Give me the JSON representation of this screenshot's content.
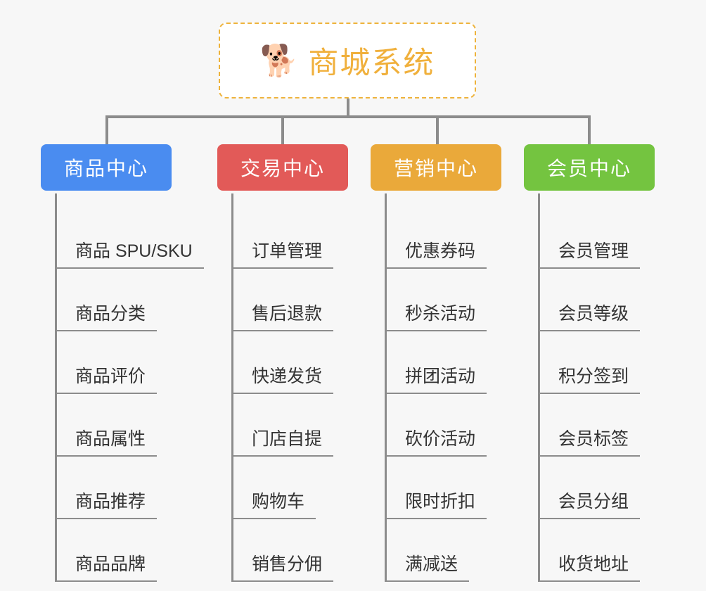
{
  "page": {
    "background_color": "#f7f7f7",
    "line_color": "#8c8c8c",
    "leaf_text_color": "#333333"
  },
  "root": {
    "icon": "shiba-dog-face-emoji",
    "icon_glyph": "🐕",
    "title": "商城系统",
    "text_color": "#f0b03c",
    "border_color": "#eeb33c",
    "background_color": "#ffffff"
  },
  "columns": [
    {
      "id": "product-center",
      "title": "商品中心",
      "color": "#4a8cf0",
      "items": [
        "商品 SPU/SKU",
        "商品分类",
        "商品评价",
        "商品属性",
        "商品推荐",
        "商品品牌"
      ]
    },
    {
      "id": "trade-center",
      "title": "交易中心",
      "color": "#e25a58",
      "items": [
        "订单管理",
        "售后退款",
        "快递发货",
        "门店自提",
        "购物车",
        "销售分佣"
      ]
    },
    {
      "id": "marketing-center",
      "title": "营销中心",
      "color": "#eaa93a",
      "items": [
        "优惠券码",
        "秒杀活动",
        "拼团活动",
        "砍价活动",
        "限时折扣",
        "满减送"
      ]
    },
    {
      "id": "member-center",
      "title": "会员中心",
      "color": "#74c440",
      "items": [
        "会员管理",
        "会员等级",
        "积分签到",
        "会员标签",
        "会员分组",
        "收货地址"
      ]
    }
  ]
}
